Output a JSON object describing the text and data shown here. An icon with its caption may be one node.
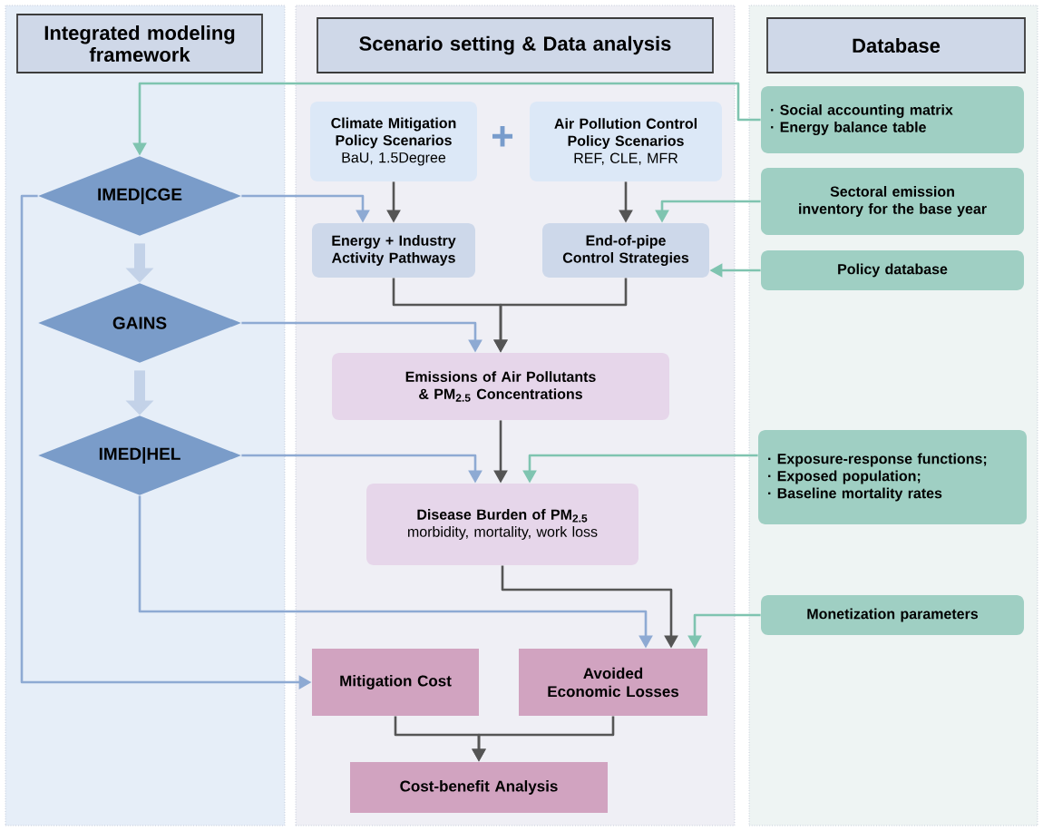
{
  "diagram": {
    "nodes": [
      {
        "text": [
          "Integrated modeling framework"
        ]
      },
      {
        "text": [
          "Scenario setting & Data analysis"
        ]
      },
      {
        "text": [
          "Database"
        ]
      },
      {
        "text": [
          "IMED|CGE"
        ],
        "in": 0
      },
      {
        "text": [
          "GAINS"
        ],
        "in": 0
      },
      {
        "text": [
          "IMED|HEL"
        ],
        "in": 0
      },
      {
        "text": [
          "Climate Mitigation Policy Scenarios",
          "BaU, 1.5Degree"
        ],
        "in": 1
      },
      {
        "text": [
          "Air Pollution Control Policy Scenarios",
          "REF, CLE, MFR"
        ],
        "in": 1
      },
      {
        "text": [
          "Energy + Industry Activity Pathways"
        ],
        "in": 1
      },
      {
        "text": [
          "End-of-pipe Control Strategies"
        ],
        "in": 1
      },
      {
        "text": [
          "Emissions of Air Pollutants & PM$_{2.5}$ Concentrations"
        ],
        "in": 1
      },
      {
        "text": [
          "Disease Burden of PM$_{2.5}$",
          "morbidity, mortality, work loss"
        ],
        "in": 1
      },
      {
        "text": [
          "Mitigation Cost"
        ],
        "in": 1
      },
      {
        "text": [
          "Avoided Economic Losses"
        ],
        "in": 1
      },
      {
        "text": [
          "Cost-benefit Analysis"
        ],
        "in": 1
      },
      {
        "text": [
          "· Social accounting matrix",
          "· Energy balance table"
        ],
        "in": 2
      },
      {
        "text": [
          "Sectoral emission inventory for the base year"
        ],
        "in": 2
      },
      {
        "text": [
          "Policy database"
        ],
        "in": 2
      },
      {
        "text": [
          "· Exposure-response functions;",
          "· Exposed population;",
          "· Baseline mortality rates"
        ],
        "in": 2
      },
      {
        "text": [
          "Monetization parameters"
        ],
        "in": 2
      }
    ],
    "edges": [
      {
        "from": 3,
        "to": 4,
        "arrow": "to",
        "style": "thick",
        "color": "#c3d2e8"
      },
      {
        "from": 4,
        "to": 5,
        "arrow": "to",
        "style": "thick",
        "color": "#c3d2e8"
      },
      {
        "from": 3,
        "to": 8,
        "arrow": "to",
        "color": "#8eaad3"
      },
      {
        "from": 6,
        "to": 8,
        "arrow": "to"
      },
      {
        "from": 7,
        "to": 9,
        "arrow": "to"
      },
      {
        "from": 8,
        "to": 10,
        "arrow": "to"
      },
      {
        "from": 9,
        "to": 10,
        "arrow": "to"
      },
      {
        "from": 4,
        "to": 10,
        "arrow": "to",
        "color": "#8eaad3"
      },
      {
        "from": 15,
        "to": 3,
        "arrow": "to",
        "color": "#7fc4b0"
      },
      {
        "from": 16,
        "to": 9,
        "arrow": "to",
        "color": "#7fc4b0"
      },
      {
        "from": 17,
        "to": 9,
        "arrow": "to",
        "color": "#7fc4b0"
      },
      {
        "from": 10,
        "to": 11,
        "arrow": "to"
      },
      {
        "from": 5,
        "to": 11,
        "arrow": "to",
        "color": "#8eaad3"
      },
      {
        "from": 18,
        "to": 11,
        "arrow": "to",
        "color": "#7fc4b0"
      },
      {
        "from": 5,
        "to": 13,
        "arrow": "to",
        "color": "#8eaad3"
      },
      {
        "from": 11,
        "to": 13,
        "arrow": "to"
      },
      {
        "from": 19,
        "to": 13,
        "arrow": "to",
        "color": "#7fc4b0"
      },
      {
        "from": 3,
        "to": 12,
        "arrow": "to",
        "color": "#8eaad3"
      },
      {
        "from": 12,
        "to": 14,
        "arrow": "to"
      },
      {
        "from": 13,
        "to": 14,
        "arrow": "to"
      }
    ],
    "labels": [
      "+"
    ]
  }
}
